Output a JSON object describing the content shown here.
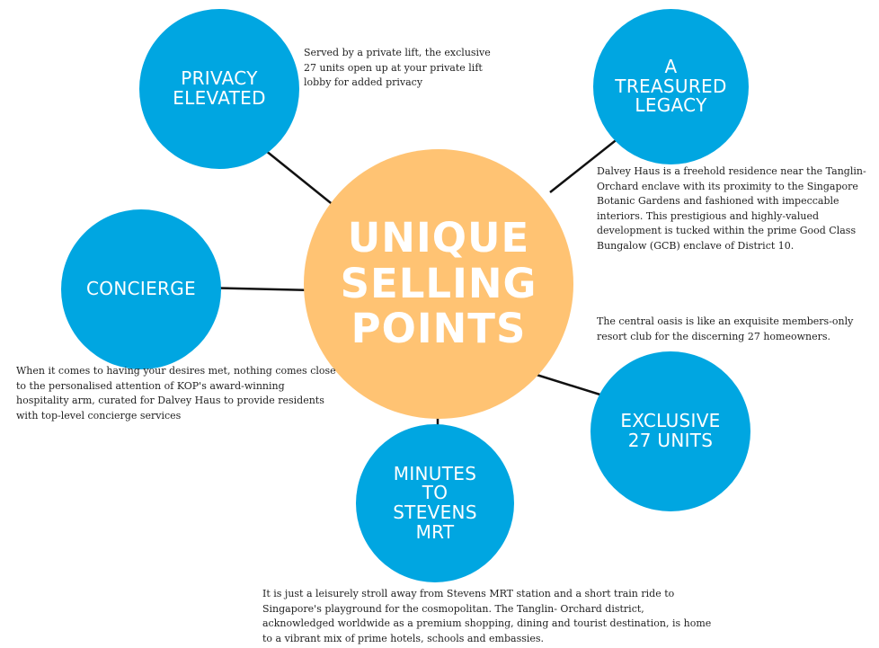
{
  "center": {
    "label": "UNIQUE\nSELLING\nPOINTS",
    "color": "#ffc373"
  },
  "points": {
    "privacy": {
      "title": "PRIVACY\nELEVATED",
      "description": "Served by a private lift, the exclusive 27 units open up at your private lift lobby for added privacy"
    },
    "legacy": {
      "title": "A\nTREASURED\nLEGACY",
      "description": "Dalvey Haus is a freehold residence near the Tanglin-Orchard enclave with its proximity to the Singapore Botanic Gardens and fashioned with impeccable interiors. This prestigious and highly-valued development is tucked within the prime Good Class Bungalow (GCB) enclave of District 10."
    },
    "concierge": {
      "title": "CONCIERGE",
      "description": "When it comes to having your desires met, nothing comes close to the personalised attention of KOP's award-winning hospitality arm, curated for Dalvey Haus to provide residents with top-level concierge services"
    },
    "exclusive": {
      "title": "EXCLUSIVE\n27 UNITS",
      "description": "The central oasis is like an exquisite members-only resort club for the discerning 27 homeowners."
    },
    "mrt": {
      "title": "MINUTES\nTO\nSTEVENS\nMRT",
      "description": "It is just a leisurely stroll away from Stevens MRT station and a short train ride to Singapore's playground for the cosmopolitan. The Tanglin- Orchard district, acknowledged worldwide as a premium shopping, dining and tourist destination, is home to a vibrant mix of prime hotels, schools and embassies."
    }
  },
  "colors": {
    "circle_blue": "#00a6e1",
    "arrow": "#111111"
  }
}
